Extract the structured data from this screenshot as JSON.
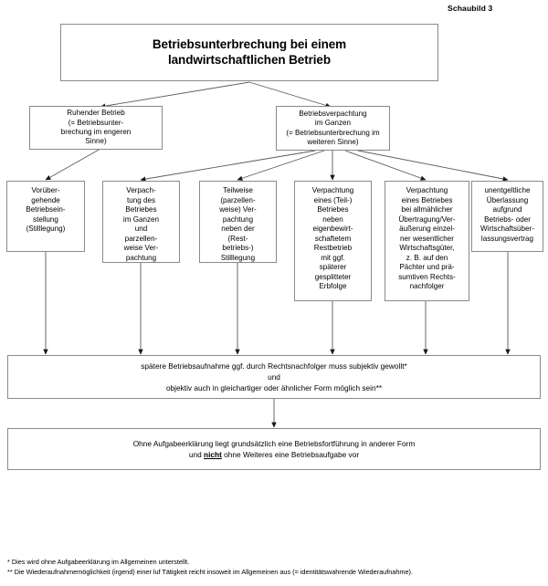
{
  "caption": "Schaubild 3",
  "title_box": {
    "text": "Betriebsunterbrechung bei einem\nlandwirtschaftlichen Betrieb"
  },
  "level2": [
    {
      "id": "ruhender-betrieb",
      "text": "Ruhender Betrieb\n(= Betriebsunter-\nbrechung im engeren\nSinne)"
    },
    {
      "id": "betriebsverpachtung",
      "text": "Betriebsverpachtung\nim Ganzen\n(= Betriebsunterbrechung im\nweiteren Sinne)"
    }
  ],
  "level3": [
    {
      "id": "voruebergehende-betriebseinstellung",
      "text": "Vorüber-\ngehende\nBetriebsein-\nstellung\n(Stilllegung)"
    },
    {
      "id": "verpachtung-ganzen-parzellenweise",
      "text": "Verpach-\ntung des\nBetriebes\nim Ganzen\nund\nparzellen-\nweise Ver-\npachtung"
    },
    {
      "id": "teilweise-verpachtung-stilllegung",
      "text": "Teilweise\n(parzellen-\nweise) Ver-\npachtung\nneben der\n(Rest-\nbetriebs-)\nStilllegung"
    },
    {
      "id": "verpachtung-teilbetrieb-erbfolge",
      "text": "Verpachtung\neines (Teil-)\nBetriebes\nneben\neigenbewirt-\nschaftetem\nRestbetrieb\nmit ggf.\nspäterer\ngesplitteter\nErbfolge"
    },
    {
      "id": "verpachtung-allmaehliche-uebertragung",
      "text": "Verpachtung\neines Betriebes\nbei allmählicher\nÜbertragung/Ver-\näußerung einzel-\nner wesentlicher\nWirtschaftsgüter,\nz. B. auf den\nPächter und prä-\nsumtiven Rechts-\nnachfolger"
    },
    {
      "id": "unentgeltliche-ueberlassung",
      "text": "unentgeltliche\nÜberlassung\naufgrund\nBetriebs- oder\nWirtschaftsüber-\nlassungsvertrag"
    }
  ],
  "result_boxes": [
    {
      "id": "spaetere-betriebsaufnahme",
      "text": "spätere Betriebsaufnahme ggf. durch Rechtsnachfolger muss subjektiv gewollt*\nund\nobjektiv auch in gleichartiger oder ähnlicher Form möglich sein**"
    },
    {
      "id": "ohne-aufgabeerklaerung",
      "line1": "Ohne Aufgabeerklärung liegt grundsätzlich eine Betriebsfortführung in anderer Form",
      "line2_a": "und ",
      "line2_b": "nicht",
      "line2_c": " ohne Weiteres eine Betriebsaufgabe vor"
    }
  ],
  "footnotes": [
    "* Dies wird ohne Aufgabeerklärung im Allgemeinen unterstellt.",
    "** Die Wiederaufnahmemöglichkeit (irgend) einer luf Tätigkeit reicht insoweit im Allgemeinen aus (= identitätswahrende Wiederaufnahme)."
  ],
  "colors": {
    "border": "#8a8a8a",
    "connector": "#4a4a4a",
    "text": "#000000",
    "background": "#ffffff"
  }
}
